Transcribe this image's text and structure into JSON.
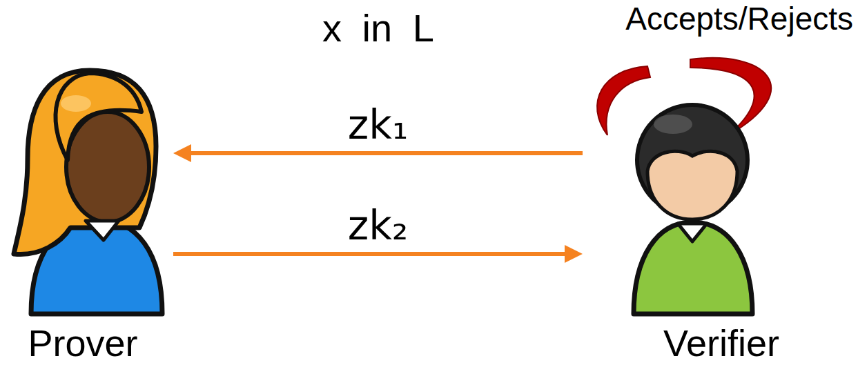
{
  "diagram": {
    "nodes": [
      {
        "text": [
          "Prover"
        ]
      },
      {
        "text": [
          "Verifier"
        ]
      }
    ],
    "edges": [
      {
        "from": 1,
        "to": 0,
        "arrow": "to",
        "label": "zk₁"
      },
      {
        "from": 0,
        "to": 1,
        "arrow": "to",
        "label": "zk₂"
      }
    ],
    "labels": [
      "x in L",
      "Accepts/Rejects"
    ]
  }
}
